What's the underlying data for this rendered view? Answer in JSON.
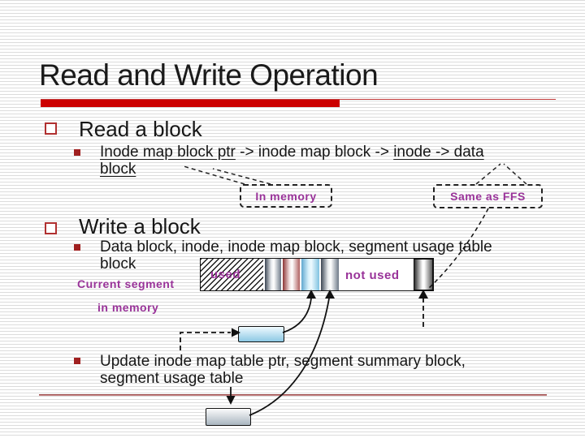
{
  "slide": {
    "title": "Read and Write Operation",
    "read": {
      "heading": "Read a block",
      "chain": {
        "seg1": "Inode map block ptr",
        "seg2": " -> inode map block -> ",
        "seg3": "inode -> data",
        "seg4": "block"
      }
    },
    "callouts": {
      "in_memory": "In memory",
      "same_as_ffs": "Same as FFS"
    },
    "write": {
      "heading": "Write a block",
      "item1": {
        "line1": "Data block, inode, inode map block, segment usage table",
        "line2": "block"
      },
      "item2": {
        "line1": "Update inode map table ptr, segment summary block,",
        "line2": "segment usage table"
      }
    },
    "diagram": {
      "current_segment": "Current segment",
      "in_memory": "in memory",
      "used": "used",
      "not_used": "not used"
    },
    "colors": {
      "accent_red": "#cc0000",
      "bullet_red": "#a02020",
      "purple": "#993399",
      "maroon_line": "#8b3333"
    }
  }
}
